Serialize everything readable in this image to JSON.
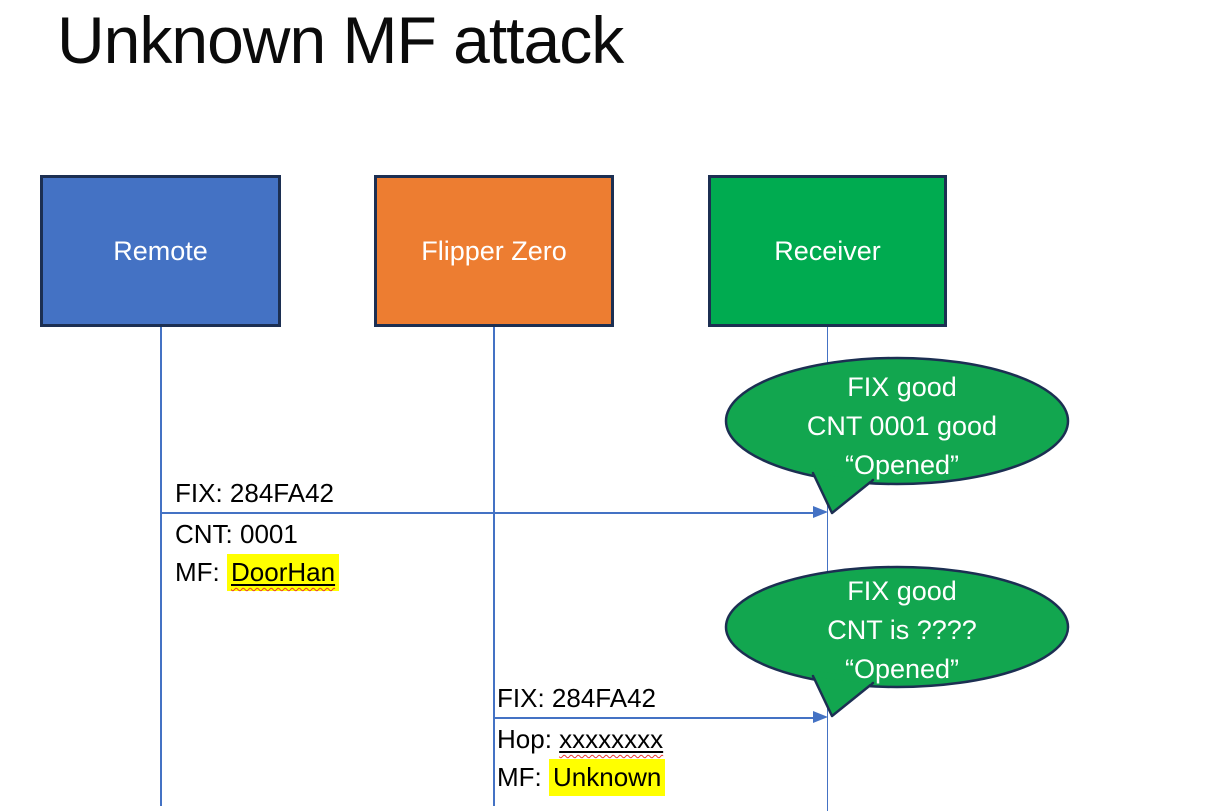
{
  "title": "Unknown MF attack",
  "colors": {
    "remote_fill": "#4472C4",
    "flipper_fill": "#ED7D31",
    "receiver_fill": "#00AB50",
    "bubble_fill": "#12A64F",
    "border_navy": "#1C2F52",
    "line_blue": "#4472C4",
    "highlight_yellow": "#FFFF00",
    "squiggle_red": "#E8392F",
    "actor_text": "#FFFFFF"
  },
  "actors": [
    {
      "label": "Remote"
    },
    {
      "label": "Flipper Zero"
    },
    {
      "label": "Receiver"
    }
  ],
  "messages": [
    {
      "from": "Remote",
      "to": "Receiver",
      "above": "FIX: 284FA42",
      "below": [
        {
          "prefix": "CNT: ",
          "value": "0001",
          "highlight": false,
          "underline": false,
          "spellcheck_squiggle": false
        },
        {
          "prefix": "MF: ",
          "value": "DoorHan",
          "highlight": true,
          "underline": true,
          "spellcheck_squiggle": true
        }
      ]
    },
    {
      "from": "Flipper Zero",
      "to": "Receiver",
      "above": "FIX: 284FA42",
      "below": [
        {
          "prefix": "Hop: ",
          "value": "xxxxxxxx",
          "highlight": false,
          "underline": true,
          "spellcheck_squiggle": true
        },
        {
          "prefix": "MF: ",
          "value": "Unknown",
          "highlight": true,
          "underline": false,
          "spellcheck_squiggle": false
        }
      ]
    }
  ],
  "callouts": [
    {
      "speaker": "Receiver",
      "lines": [
        "FIX good",
        "CNT 0001 good",
        "“Opened”"
      ]
    },
    {
      "speaker": "Receiver",
      "lines": [
        "FIX good",
        "CNT is ????",
        "“Opened”"
      ]
    }
  ]
}
